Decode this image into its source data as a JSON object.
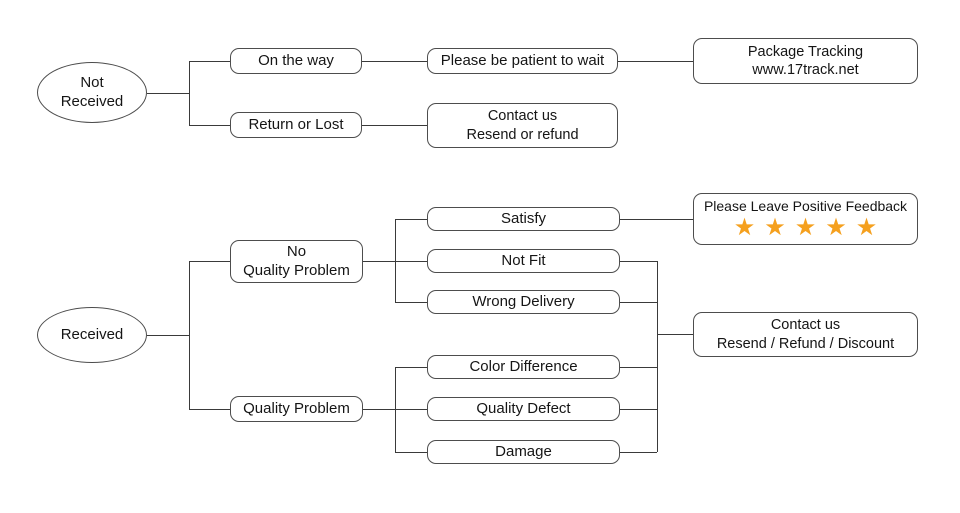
{
  "flowchart": {
    "not_received": {
      "line1": "Not",
      "line2": "Received"
    },
    "on_the_way": {
      "label": "On the way"
    },
    "return_or_lost": {
      "label": "Return or Lost"
    },
    "be_patient": {
      "label": "Please be patient to wait"
    },
    "package_tracking": {
      "line1": "Package Tracking",
      "line2": "www.17track.net"
    },
    "contact_resend_refund": {
      "line1": "Contact us",
      "line2": "Resend or refund"
    },
    "received": {
      "label": "Received"
    },
    "no_quality_problem": {
      "line1": "No",
      "line2": "Quality Problem"
    },
    "quality_problem": {
      "label": "Quality Problem"
    },
    "satisfy": {
      "label": "Satisfy"
    },
    "not_fit": {
      "label": "Not Fit"
    },
    "wrong_delivery": {
      "label": "Wrong Delivery"
    },
    "color_difference": {
      "label": "Color Difference"
    },
    "quality_defect": {
      "label": "Quality Defect"
    },
    "damage": {
      "label": "Damage"
    },
    "positive_feedback": {
      "label": "Please Leave Positive Feedback",
      "star_icon": "★",
      "star_count": 5
    },
    "contact_discount": {
      "line1": "Contact us",
      "line2": "Resend / Refund / Discount"
    }
  },
  "colors": {
    "star_orange": "#F5A01E",
    "line": "#3a3a3a",
    "box_border": "#4d4d4d",
    "text": "#151515",
    "background": "#ffffff"
  }
}
